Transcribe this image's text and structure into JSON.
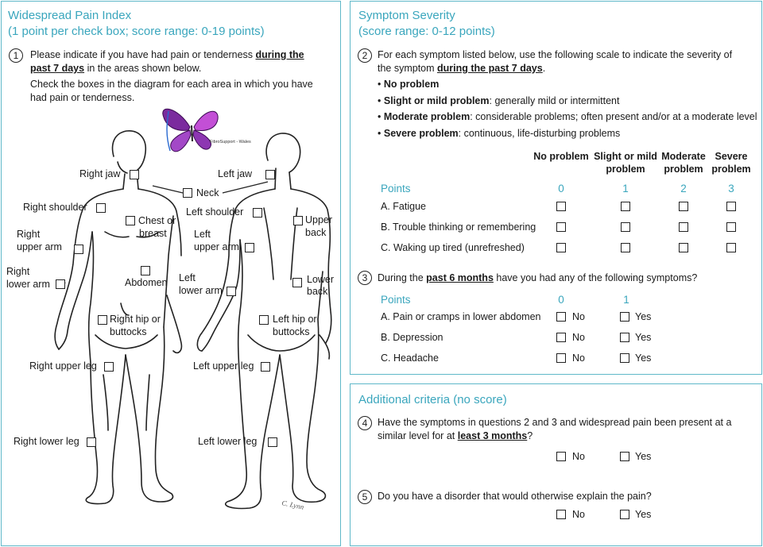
{
  "left": {
    "title": "Widespread Pain Index",
    "subtitle": "(1 point per check box; score range: 0-19 points)",
    "q1_num": "1",
    "q1_line1_a": "Please indicate if you have had pain or tenderness ",
    "q1_line1_b": "during the",
    "q1_line2_a": "past 7 days",
    "q1_line2_b": " in the areas shown below.",
    "q1_line3": "Check the boxes in the diagram for each area in which you have",
    "q1_line4": "had pain or tenderness.",
    "logo_text": "FibroSupport - Wales",
    "signature": "C. Lynn",
    "areas": {
      "right_jaw": "Right jaw",
      "left_jaw": "Left jaw",
      "neck": "Neck",
      "right_shoulder": "Right shoulder",
      "left_shoulder": "Left shoulder",
      "chest_1": "Chest or",
      "chest_2": "breast",
      "upper_back_1": "Upper",
      "upper_back_2": "back",
      "right_upper_arm_1": "Right",
      "right_upper_arm_2": "upper arm",
      "left_upper_arm_1": "Left",
      "left_upper_arm_2": "upper arm",
      "right_lower_arm_1": "Right",
      "right_lower_arm_2": "lower arm",
      "abdomen": "Abdomen",
      "left_lower_arm_1": "Left",
      "left_lower_arm_2": "lower arm",
      "lower_back_1": "Lower",
      "lower_back_2": "back",
      "right_hip_1": "Right hip or",
      "right_hip_2": "buttocks",
      "left_hip_1": "Left hip or",
      "left_hip_2": "buttocks",
      "right_upper_leg": "Right upper leg",
      "left_upper_leg": "Left upper leg",
      "right_lower_leg": "Right lower leg",
      "left_lower_leg": "Left lower leg"
    }
  },
  "severity": {
    "title": "Symptom Severity",
    "subtitle": "(score range: 0-12 points)",
    "q2_num": "2",
    "q2_line1": "For each symptom listed below, use the following scale to indicate the severity of",
    "q2_line2_a": "the symptom ",
    "q2_line2_b": "during the past 7 days",
    "q2_line2_c": ".",
    "scale": [
      {
        "bold": "No problem",
        "rest": ""
      },
      {
        "bold": "Slight or mild problem",
        "rest": ": generally mild or intermittent"
      },
      {
        "bold": "Moderate problem",
        "rest": ": considerable problems; often present and/or at a moderate level"
      },
      {
        "bold": "Severe problem",
        "rest": ": continuous, life-disturbing problems"
      }
    ],
    "col_headers": [
      {
        "l1": "No problem",
        "l2": ""
      },
      {
        "l1": "Slight or mild",
        "l2": "problem"
      },
      {
        "l1": "Moderate",
        "l2": "problem"
      },
      {
        "l1": "Severe",
        "l2": "problem"
      }
    ],
    "points_label": "Points",
    "points": [
      "0",
      "1",
      "2",
      "3"
    ],
    "symptoms": [
      "A. Fatigue",
      "B. Trouble thinking or remembering",
      "C. Waking up tired (unrefreshed)"
    ],
    "q3_num": "3",
    "q3_a": "During the ",
    "q3_b": "past 6 months",
    "q3_c": " have you had any of the following symptoms?",
    "q3_points_label": "Points",
    "q3_points": [
      "0",
      "1"
    ],
    "q3_items": [
      "A. Pain or cramps in lower abdomen",
      "B. Depression",
      "C. Headache"
    ],
    "no": "No",
    "yes": "Yes"
  },
  "additional": {
    "title": "Additional criteria (no score)",
    "q4_num": "4",
    "q4_line1": "Have the symptoms in questions 2 and 3 and widespread pain been present at a",
    "q4_line2_a": "similar level for at ",
    "q4_line2_b": "least 3 months",
    "q4_line2_c": "?",
    "q5_num": "5",
    "q5_line1": "Do you have a disorder that would otherwise explain the pain?",
    "no": "No",
    "yes": "Yes"
  }
}
